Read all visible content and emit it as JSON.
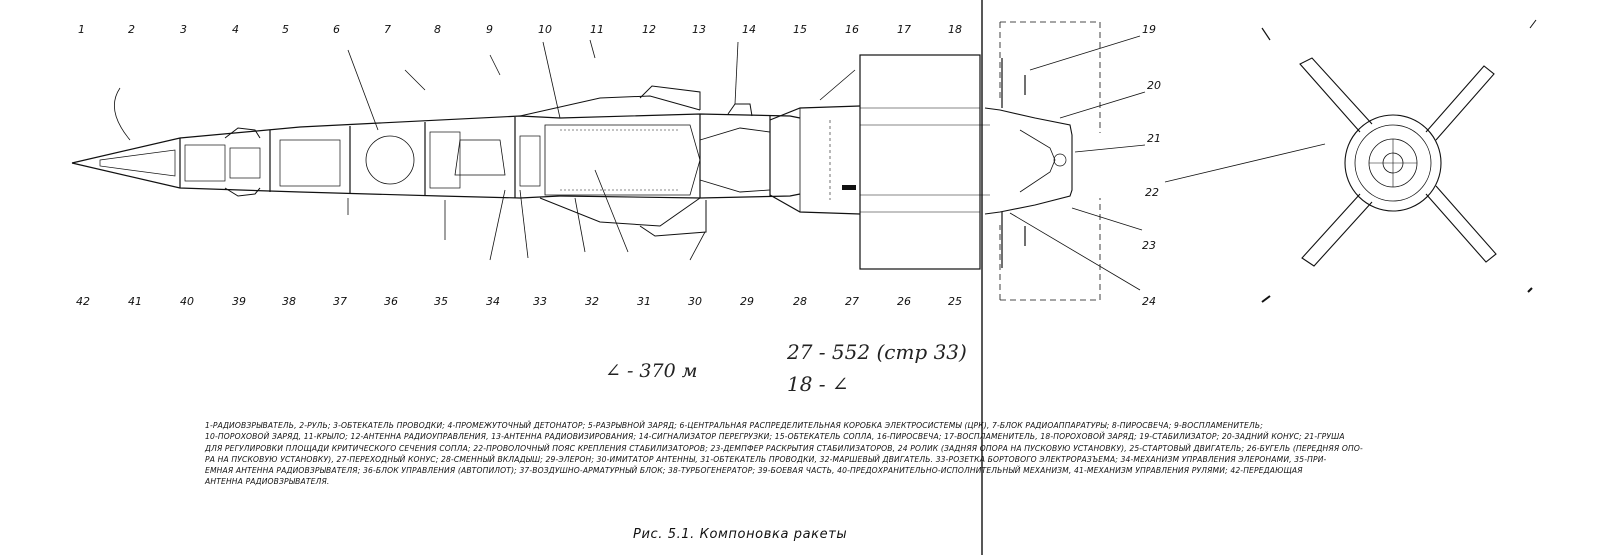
{
  "top_numbers": [
    "1",
    "2",
    "3",
    "4",
    "5",
    "6",
    "7",
    "8",
    "9",
    "10",
    "11",
    "12",
    "13",
    "14",
    "15",
    "16",
    "17",
    "18"
  ],
  "bottom_numbers": [
    "42",
    "41",
    "40",
    "39",
    "38",
    "37",
    "36",
    "35",
    "34",
    "33",
    "32",
    "31",
    "30",
    "29",
    "28",
    "27",
    "26",
    "25"
  ],
  "right_numbers": [
    "19",
    "20",
    "21",
    "22",
    "23",
    "24"
  ],
  "handwriting": {
    "left": "∠ - 370 м",
    "right_top": "27 - 552 (стр 33)",
    "right_bottom": "18 - ∠"
  },
  "legend_lines": [
    "1-радиовзрыватель, 2-руль; 3-обтекатель проводки; 4-промежуточный детонатор; 5-разрывной заряд; 6-центральная распределительная коробка  электросистемы (ЦРК), 7-блок радиоаппаратуры; 8-пиросвеча; 9-воспламенитель;",
    "10-пороховой заряд, 11-крыло; 12-антенна радиоуправления, 13-антенна радиовизирования; 14-сигнализатор перегрузки; 15-обтекатель сопла, 16-пиросвеча;  17-воспламенитель, 18-пороховой заряд; 19-стабилизатор; 20-задний конус; 21-груша",
    "для регулировки площади критического сечения сопла; 22-проволочный пояс крепления стабилизаторов; 23-демпфер раскрытия стабилизаторов, 24 ролик (задняя опора на пусковую установку), 25-стартовый двигатель; 26-бугель (передняя опо-",
    "ра на пусковую установку), 27-переходный конус; 28-сменный вкладыш; 29-элерон; 30-имитатор антенны, 31-обтекатель проводки, 32-маршевый двигатель. 33-розетка бортового электроразъема; 34-механизм управления элеронами, 35-при-",
    "емная антенна радиовзрывателя; 36-блок управления (автопилот); 37-воздушно-арматурный блок; 38-турбогенератор; 39-боевая часть, 40-предохранительно-исполнительный механизм, 41-механизм управления рулями; 42-передающая",
    "антенна радиовзрывателя."
  ],
  "figure_title": "Рис. 5.1. Компоновка ракеты"
}
